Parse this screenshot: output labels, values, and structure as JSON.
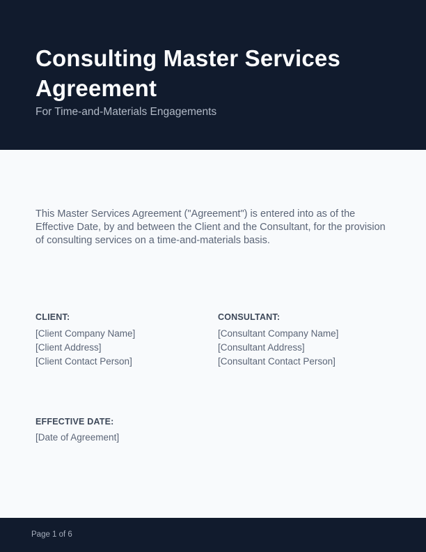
{
  "colors": {
    "header_bg": "#111b2d",
    "body_bg": "#f8fafc",
    "title_color": "#fbfcfd",
    "subtitle_color": "#b2bac7",
    "text_color": "#5b6577",
    "label_color": "#3d4859",
    "footer_text": "#a6aebc"
  },
  "header": {
    "title": "Consulting Master Services Agreement",
    "subtitle": "For Time-and-Materials Engagements"
  },
  "intro": "This Master Services Agreement (\"Agreement\") is entered into as of the Effective Date, by and between the Client and the Consultant, for the provision of consulting services on a time-and-materials basis.",
  "parties": {
    "client": {
      "label": "CLIENT:",
      "lines": [
        "[Client Company Name]",
        "[Client Address]",
        "[Client Contact Person]"
      ]
    },
    "consultant": {
      "label": "CONSULTANT:",
      "lines": [
        "[Consultant Company Name]",
        "[Consultant Address]",
        "[Consultant Contact Person]"
      ]
    }
  },
  "effective_date": {
    "label": "EFFECTIVE DATE:",
    "value": "[Date of Agreement]"
  },
  "footer": {
    "page_info": "Page 1 of 6"
  }
}
